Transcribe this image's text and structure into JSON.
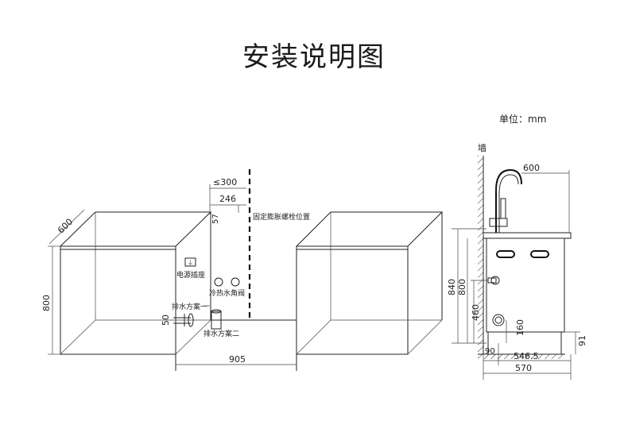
{
  "title": "安装说明图",
  "unit": "单位：mm",
  "labels": {
    "wall": "墙",
    "socket": "电源插座",
    "valves": "冷热水角阀",
    "drain1": "排水方案一",
    "drain2": "排水方案二",
    "bolt": "固定膨胀螺栓位置"
  },
  "dimensions": {
    "d_le300": "≤300",
    "d_246": "246",
    "d_57": "57",
    "d_600_left": "600",
    "d_800_left": "800",
    "d_50": "50",
    "d_905": "905",
    "d_600_right": "600",
    "d_840": "840",
    "d_800_right": "800",
    "d_460": "460",
    "d_160": "160",
    "d_90": "90",
    "d_5465": "546.5",
    "d_570": "570",
    "d_91": "91"
  }
}
